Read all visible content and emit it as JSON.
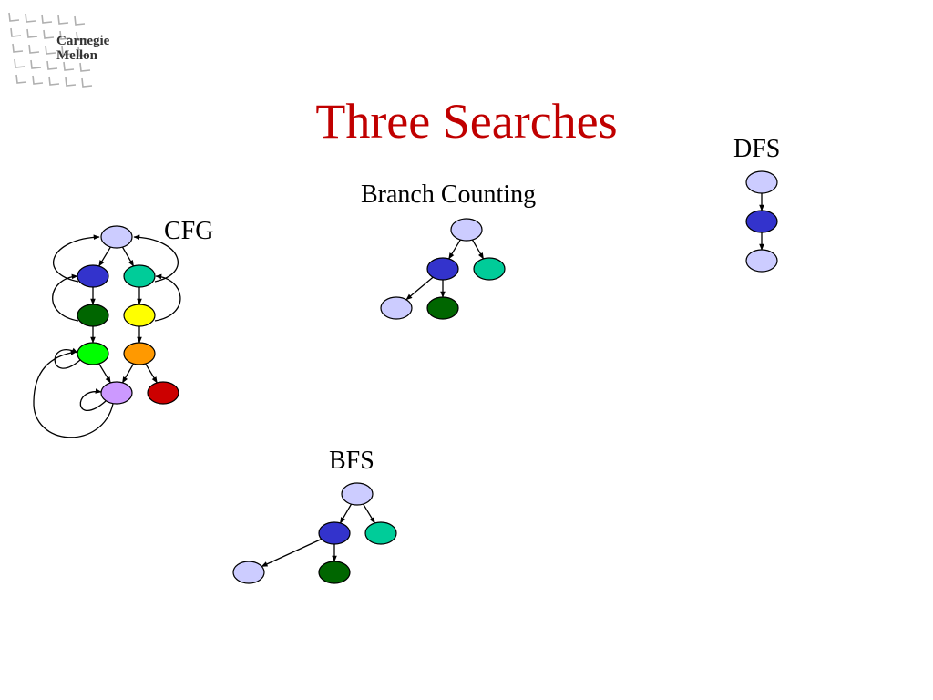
{
  "logo": {
    "line1": "Carnegie",
    "line2": "Mellon"
  },
  "title": "Three Searches",
  "graphs": {
    "cfg": {
      "label": "CFG",
      "nodes": [
        {
          "id": "c0",
          "color": "#ccccff"
        },
        {
          "id": "c1",
          "color": "#3333cc"
        },
        {
          "id": "c2",
          "color": "#00cc99"
        },
        {
          "id": "c3",
          "color": "#006600"
        },
        {
          "id": "c4",
          "color": "#ffff00"
        },
        {
          "id": "c5",
          "color": "#00ff00"
        },
        {
          "id": "c6",
          "color": "#ff9900"
        },
        {
          "id": "c7",
          "color": "#cc99ff"
        },
        {
          "id": "c8",
          "color": "#cc0000"
        }
      ],
      "edges": [
        [
          "c0",
          "c1"
        ],
        [
          "c0",
          "c2"
        ],
        [
          "c1",
          "c3"
        ],
        [
          "c2",
          "c4"
        ],
        [
          "c3",
          "c5"
        ],
        [
          "c4",
          "c6"
        ],
        [
          "c5",
          "c7"
        ],
        [
          "c6",
          "c7"
        ],
        [
          "c6",
          "c8"
        ],
        [
          "c1",
          "c0"
        ],
        [
          "c2",
          "c0"
        ],
        [
          "c3",
          "c1"
        ],
        [
          "c4",
          "c2"
        ],
        [
          "c5",
          "c5"
        ],
        [
          "c7",
          "c7"
        ],
        [
          "c7",
          "c5"
        ]
      ]
    },
    "branch_counting": {
      "label": "Branch Counting",
      "nodes": [
        {
          "id": "b0",
          "color": "#ccccff"
        },
        {
          "id": "b1",
          "color": "#3333cc"
        },
        {
          "id": "b2",
          "color": "#00cc99"
        },
        {
          "id": "b3",
          "color": "#ccccff"
        },
        {
          "id": "b4",
          "color": "#006600"
        }
      ],
      "edges": [
        [
          "b0",
          "b1"
        ],
        [
          "b0",
          "b2"
        ],
        [
          "b1",
          "b3"
        ],
        [
          "b1",
          "b4"
        ]
      ]
    },
    "dfs": {
      "label": "DFS",
      "nodes": [
        {
          "id": "d0",
          "color": "#ccccff"
        },
        {
          "id": "d1",
          "color": "#3333cc"
        },
        {
          "id": "d2",
          "color": "#ccccff"
        }
      ],
      "edges": [
        [
          "d0",
          "d1"
        ],
        [
          "d1",
          "d2"
        ]
      ]
    },
    "bfs": {
      "label": "BFS",
      "nodes": [
        {
          "id": "f0",
          "color": "#ccccff"
        },
        {
          "id": "f1",
          "color": "#3333cc"
        },
        {
          "id": "f2",
          "color": "#00cc99"
        },
        {
          "id": "f3",
          "color": "#ccccff"
        },
        {
          "id": "f4",
          "color": "#006600"
        }
      ],
      "edges": [
        [
          "f0",
          "f1"
        ],
        [
          "f0",
          "f2"
        ],
        [
          "f1",
          "f3"
        ],
        [
          "f1",
          "f4"
        ]
      ]
    }
  }
}
